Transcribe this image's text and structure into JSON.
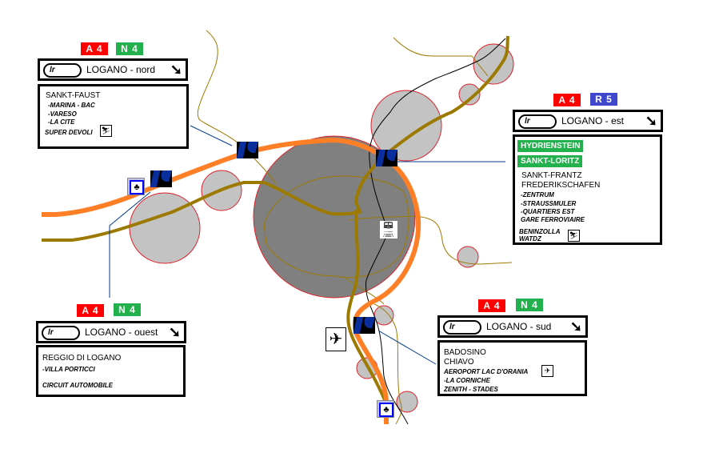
{
  "colors": {
    "motorway": "#ff7f27",
    "main_road": "#9c7a00",
    "rail": "#000000",
    "leader_line": "#003c8c",
    "city_fill": "#808080",
    "village_fill": "#c3c3c3",
    "circle_stroke": "#e0202a",
    "badge_red": "#ff0000",
    "badge_green": "#22b14c",
    "badge_blue": "#3f48cc",
    "interchange": "#002a8c"
  },
  "icons": {
    "interchange": "motorway-interchange-icon",
    "train": "train-station-icon",
    "airport": "airport-icon",
    "rest_area": "rest-area-icon",
    "skier": "ski-area-icon",
    "direction_arrow": "arrow-down-right-icon"
  },
  "signs": {
    "nord": {
      "badges": [
        "A 4",
        "N 4"
      ],
      "direction": "LOGANO -  nord",
      "pill_glyph": "lr",
      "arrow": "➘",
      "lines": [
        "SANKT-FAUST"
      ],
      "sublines": [
        "-MARINA - BAC",
        "-VARESO",
        "-LA CITE"
      ],
      "extra": "SUPER DEVOLI",
      "extra_icon": "⛷"
    },
    "est": {
      "badges": [
        "A 4",
        "R 5"
      ],
      "direction": "LOGANO - est",
      "pill_glyph": "lr",
      "arrow": "➘",
      "green_lines": [
        "HYDRIENSTEIN",
        "SANKT-LORITZ"
      ],
      "lines": [
        "SANKT-FRANTZ",
        "FREDERIKSCHAFEN"
      ],
      "sublines": [
        "-ZENTRUM",
        "-STRAUSSMULER",
        "-QUARTIERS EST",
        "GARE FERROVIAIRE"
      ],
      "extra": [
        "BENINZOLLA",
        "WATDZ"
      ],
      "extra_icon": "⛷"
    },
    "ouest": {
      "badges": [
        "A 4",
        "N 4"
      ],
      "direction": "LOGANO -  ouest",
      "pill_glyph": "lr",
      "arrow": "➘",
      "lines": [
        "REGGIO DI LOGANO"
      ],
      "sublines": [
        "-VILLA PORTICCI",
        "CIRCUIT AUTOMOBILE"
      ]
    },
    "sud": {
      "badges": [
        "A 4",
        "N 4"
      ],
      "direction": "LOGANO - sud",
      "pill_glyph": "lr",
      "arrow": "➘",
      "lines": [
        "BADOSINO",
        "CHIAVO"
      ],
      "sublines": [
        "AEROPORT LAC D'ORANIA",
        "-LA CORNICHE",
        "ZENITH - STADES"
      ],
      "airport_icon": "✈"
    }
  }
}
